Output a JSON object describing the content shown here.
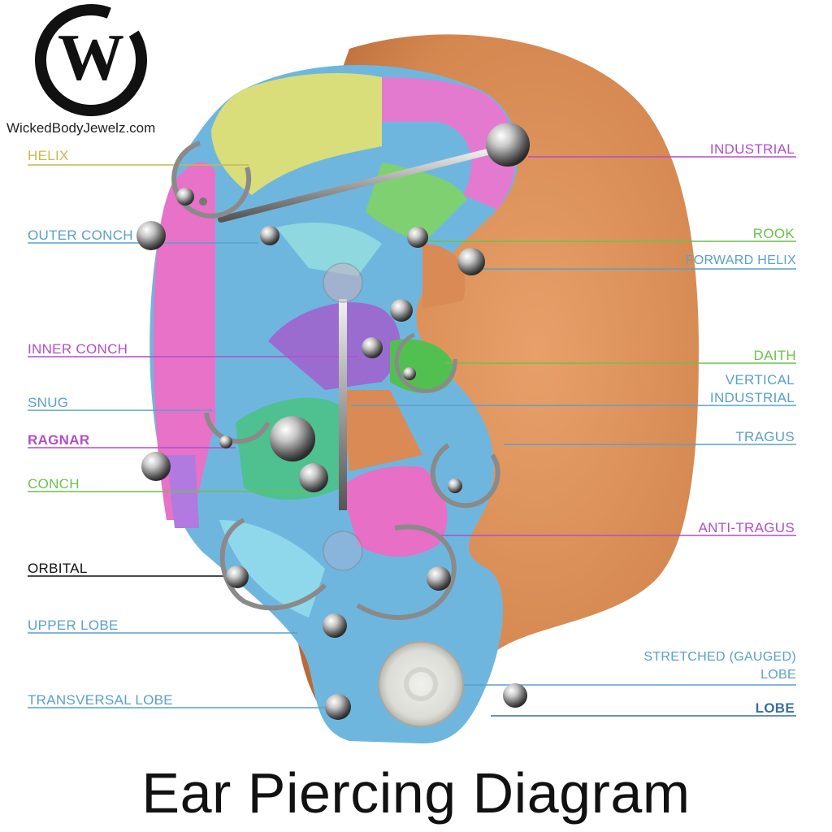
{
  "brand": {
    "logo_letter": "W",
    "site": "WickedBodyJewelz.com"
  },
  "title": "Ear Piercing Diagram",
  "labels": {
    "helix": "HELIX",
    "outer_conch": "OUTER CONCH",
    "inner_conch": "INNER CONCH",
    "snug": "SNUG",
    "ragnar": "RAGNAR",
    "conch": "CONCH",
    "orbital": "ORBITAL",
    "upper_lobe": "UPPER LOBE",
    "transversal_lobe": "TRANSVERSAL LOBE",
    "industrial": "INDUSTRIAL",
    "rook": "ROOK",
    "forward_helix": "FORWARD HELIX",
    "daith": "DAITH",
    "vertical_industrial_1": "VERTICAL",
    "vertical_industrial_2": "INDUSTRIAL",
    "tragus": "TRAGUS",
    "anti_tragus": "ANTI-TRAGUS",
    "stretched_lobe_1": "STRETCHED (GAUGED)",
    "stretched_lobe_2": "LOBE",
    "lobe": "LOBE"
  },
  "colors": {
    "helix": "#c9b84a",
    "blue": "#5aa0c8",
    "purple": "#b04fc8",
    "green": "#6cc14a",
    "black": "#111111",
    "dark_blue": "#3a6e9e",
    "skin": "#d98a55"
  }
}
